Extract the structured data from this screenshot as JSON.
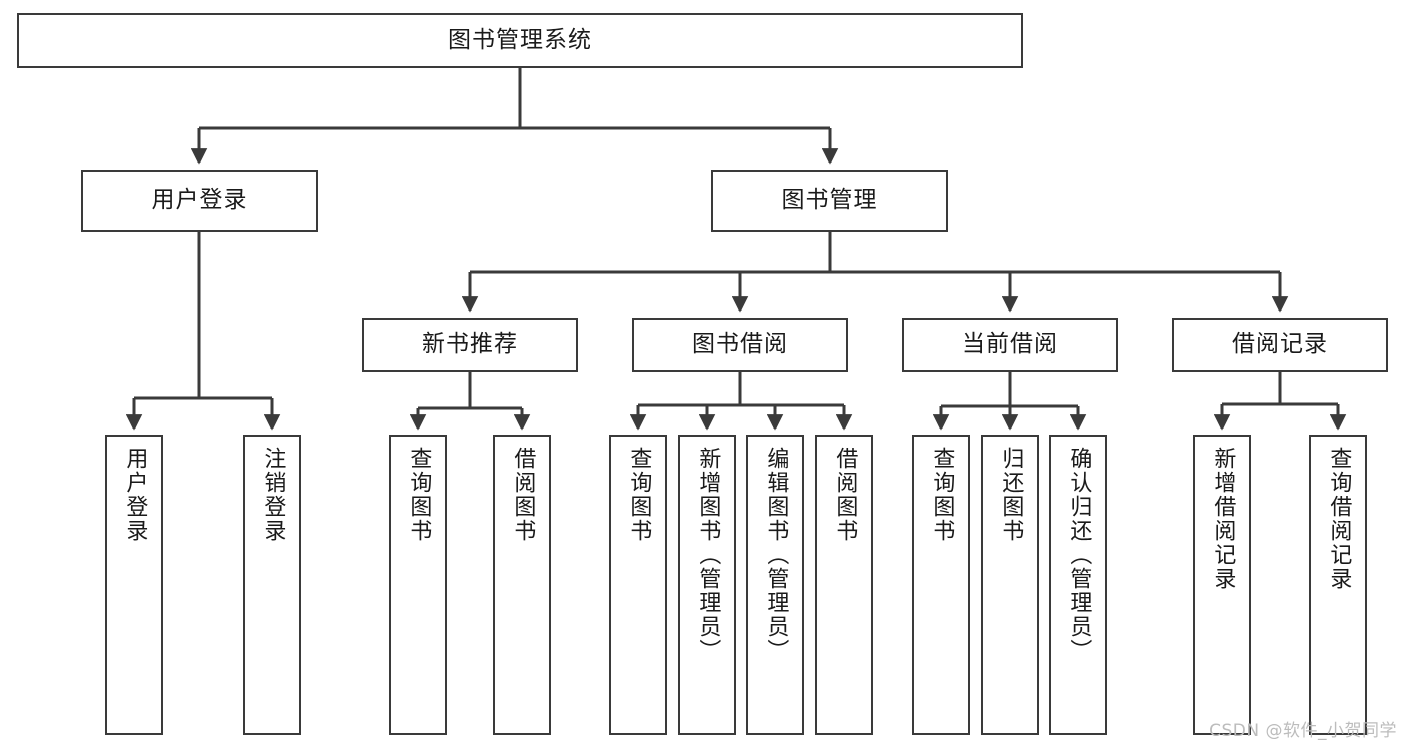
{
  "diagram": {
    "title": "图书管理系统",
    "root": {
      "label": "图书管理系统"
    },
    "level1": [
      {
        "label": "用户登录"
      },
      {
        "label": "图书管理"
      }
    ],
    "level2": [
      {
        "label": "新书推荐"
      },
      {
        "label": "图书借阅"
      },
      {
        "label": "当前借阅"
      },
      {
        "label": "借阅记录"
      }
    ],
    "leaves": {
      "user_login": [
        {
          "label": "用户登录"
        },
        {
          "label": "注销登录"
        }
      ],
      "new_book_recommend": [
        {
          "label": "查询图书"
        },
        {
          "label": "借阅图书"
        }
      ],
      "book_borrow": [
        {
          "label": "查询图书"
        },
        {
          "label": "新增图书（管理员）"
        },
        {
          "label": "编辑图书（管理员）"
        },
        {
          "label": "借阅图书"
        }
      ],
      "current_borrow": [
        {
          "label": "查询图书"
        },
        {
          "label": "归还图书"
        },
        {
          "label": "确认归还（管理员）"
        }
      ],
      "borrow_record": [
        {
          "label": "新增借阅记录"
        },
        {
          "label": "查询借阅记录"
        }
      ]
    },
    "watermark": "CSDN @软件_小贺同学",
    "colors": {
      "border": "#3a3a3a",
      "text": "#1a1a1a",
      "background": "#ffffff",
      "watermark": "#bcbcbc"
    }
  }
}
